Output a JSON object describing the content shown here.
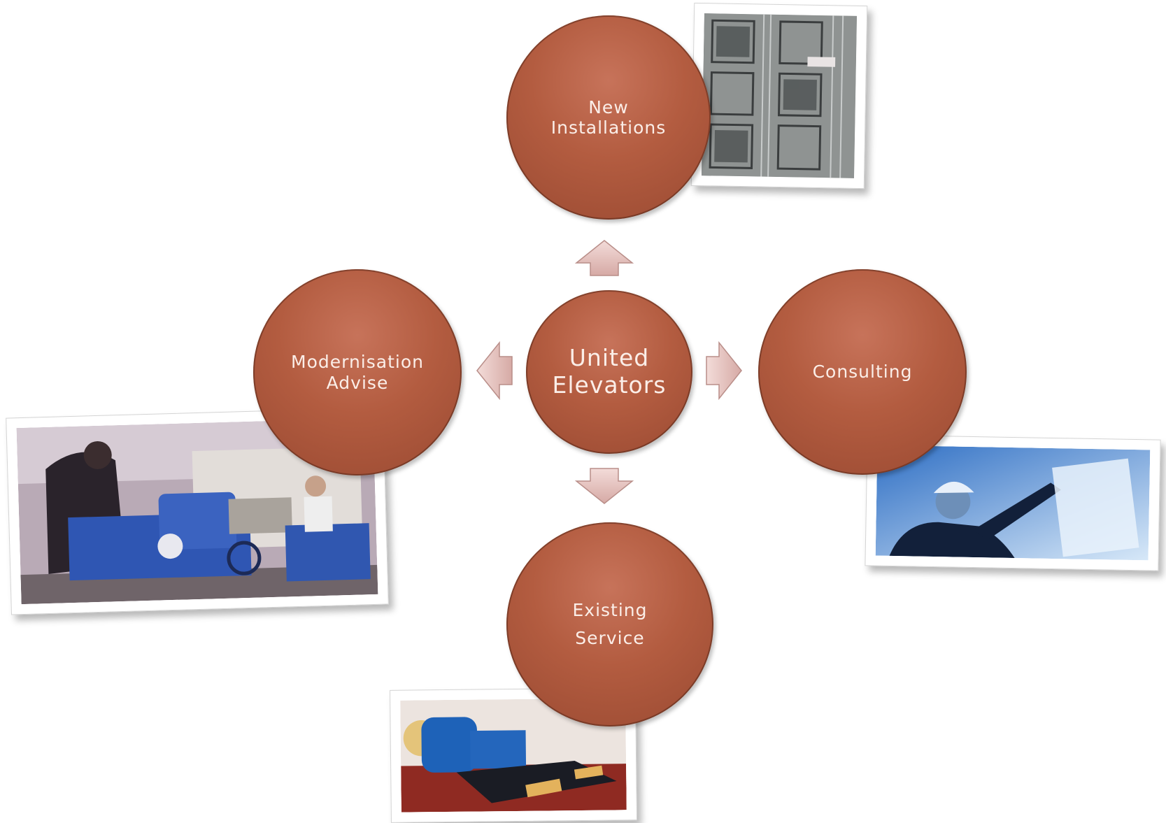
{
  "diagram": {
    "center": {
      "label": "United\nElevators"
    },
    "nodes": {
      "top": {
        "label": "New\nInstallations"
      },
      "left": {
        "label": "Modernisation\nAdvise"
      },
      "right": {
        "label": "Consulting"
      },
      "bottom": {
        "label": "Existing\nService"
      }
    },
    "photos": {
      "top": "elevator-shaft-photo",
      "left": "technicians-machining-photo",
      "right": "engineer-hardhat-photo",
      "bottom": "elevator-motor-photo"
    },
    "colors": {
      "node_fill": "#b35c40",
      "node_label": "#fbeee8",
      "arrow_fill": "#e8c4c0"
    }
  }
}
